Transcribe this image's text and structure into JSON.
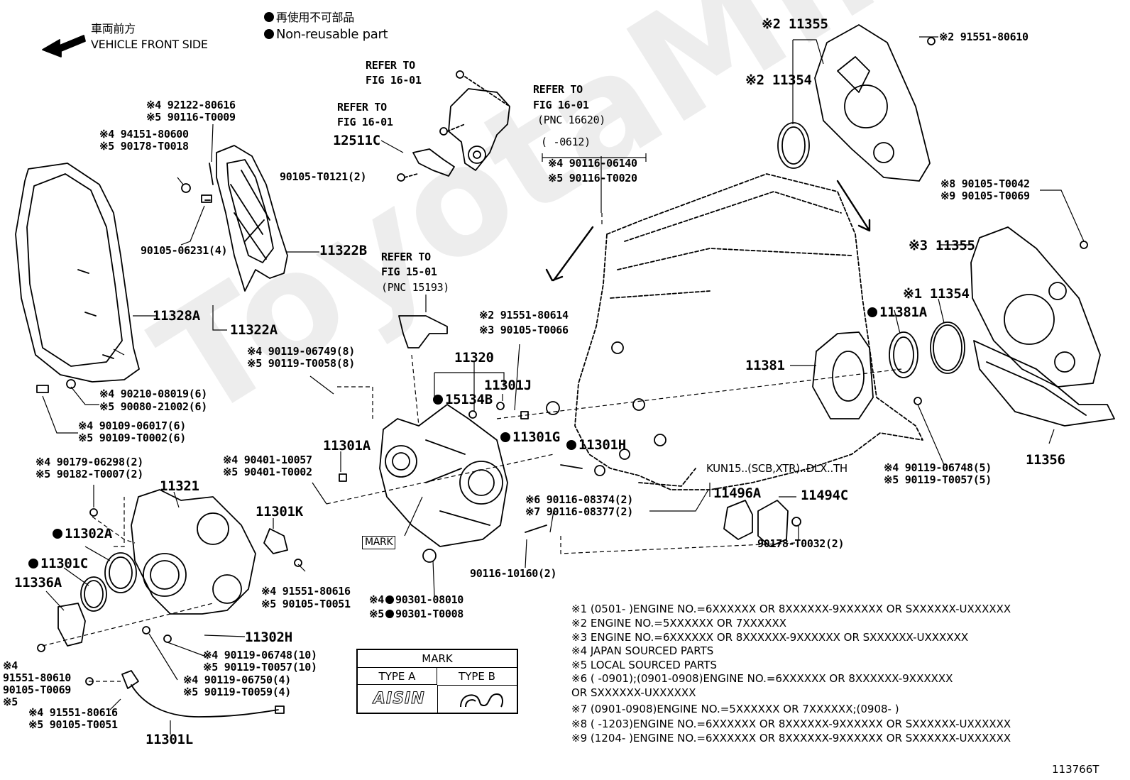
{
  "header": {
    "front_jp": "車両前方",
    "front_en": "VEHICLE FRONT SIDE",
    "legend_jp": "再使用不可部品",
    "legend_en": "Non-reusable part"
  },
  "watermark": "ToyotaMiner.ru",
  "figure_id": "113766T",
  "mark_table": {
    "title": "MARK",
    "type_a": "TYPE A",
    "type_b": "TYPE B",
    "type_a_logo": "AISIN"
  },
  "labels": {
    "l11355_top": "※2 11355",
    "l91551_80610_top": "※2 91551-80610",
    "l11354_top": "※2 11354",
    "l90105_t0042": "※8 90105-T0042",
    "l90105_t0069_r": "※9 90105-T0069",
    "l11355_mid": "※3 11355",
    "l11354_mid": "※1 11354",
    "l11381a": "11381A",
    "l11381": "11381",
    "l11356": "11356",
    "l90119_06748_r": "※4 90119-06748(5)",
    "l90119_t0057_r": "※5 90119-T0057(5)",
    "kun_code": "KUN15..(SCB,XTR)..DLX..TH",
    "l11496a": "11496A",
    "l11494c": "11494C",
    "l90178_t0032": "90178-T0032(2)",
    "refer_a1": "REFER TO",
    "refer_a2": "FIG 16-01",
    "refer_b1": "REFER TO",
    "refer_b2": "FIG 16-01",
    "refer_c1": "REFER TO",
    "refer_c2": "FIG 16-01",
    "refer_c3": "(PNC 16620)",
    "l12511c": "12511C",
    "l90105_t0121": "90105-T0121(2)",
    "range_0612": "(      -0612)",
    "l90116_06140": "※4 90116-06140",
    "l90116_t0020": "※5 90116-T0020",
    "l92122": "※4 92122-80616",
    "l90116_t0009": "※5 90116-T0009",
    "l94151_80600": "※4 94151-80600",
    "l90178_t0018": "※5 90178-T0018",
    "l90105_06231": "90105-06231(4)",
    "l11322b": "11322B",
    "l11328a": "11328A",
    "l11322a": "11322A",
    "refer_d1": "REFER TO",
    "refer_d2": "FIG 15-01",
    "refer_d3": "(PNC 15193)",
    "l91551_80614": "※2 91551-80614",
    "l90105_t0066": "※3 90105-T0066",
    "l90119_06749": "※4 90119-06749(8)",
    "l90119_t0058": "※5 90119-T0058(8)",
    "l11320": "11320",
    "l15134b": "15134B",
    "l11301j": "11301J",
    "l11301g": "11301G",
    "l11301h": "11301H",
    "l90210": "※4 90210-08019(6)",
    "l90080": "※5 90080-21002(6)",
    "l90109_06017": "※4 90109-06017(6)",
    "l90109_t0002": "※5 90109-T0002(6)",
    "l11301a": "11301A",
    "l90401_10057": "※4 90401-10057",
    "l90401_t0002": "※5 90401-T0002",
    "l90179": "※4 90179-06298(2)",
    "l90182": "※5 90182-T0007(2)",
    "l11321": "11321",
    "l11301k": "11301K",
    "l90116_08374": "※6 90116-08374(2)",
    "l90116_08377": "※7 90116-08377(2)",
    "mark_callout": "MARK",
    "l90116_10160": "90116-10160(2)",
    "l11302a": "11302A",
    "l11301c": "11301C",
    "l11336a": "11336A",
    "l91551_80616_a": "※4 91551-80616",
    "l90105_t0051_a": "※5 90105-T0051",
    "l90301_08010": "※4 90301-08010",
    "l90301_t0008": "※5 90301-T0008",
    "l11302h": "11302H",
    "l90119_06748_l": "※4 90119-06748(10)",
    "l90119_t0057_l": "※5 90119-T0057(10)",
    "l90119_06750": "※4 90119-06750(4)",
    "l90119_t0059": "※5 90119-T0059(4)",
    "l_x4": "※4",
    "l91551_80610_b": "91551-80610",
    "l90105_t0069_b": "90105-T0069",
    "l_x5": "※5",
    "l91551_80616_b": "※4 91551-80616",
    "l90105_t0051_b": "※5 90105-T0051",
    "l11301l": "11301L"
  },
  "footnotes": [
    "※1 (0501-        )ENGINE NO.=6XXXXXX OR 8XXXXXX-9XXXXXX OR SXXXXXX-UXXXXXX",
    "※2 ENGINE NO.=5XXXXXX OR 7XXXXXX",
    "※3 ENGINE NO.=6XXXXXX OR 8XXXXXX-9XXXXXX OR SXXXXXX-UXXXXXX",
    "※4 JAPAN SOURCED PARTS",
    "※5 LOCAL SOURCED PARTS",
    "※6 (       -0901);(0901-0908)ENGINE NO.=6XXXXXX OR 8XXXXXX-9XXXXXX",
    "OR SXXXXXX-UXXXXXX",
    "※7 (0901-0908)ENGINE NO.=5XXXXXX OR 7XXXXXX;(0908-        )",
    "※8 (       -1203)ENGINE NO.=6XXXXXX OR 8XXXXXX-9XXXXXX OR SXXXXXX-UXXXXXX",
    "※9 (1204-        )ENGINE NO.=6XXXXXX OR 8XXXXXX-9XXXXXX OR SXXXXXX-UXXXXXX"
  ]
}
